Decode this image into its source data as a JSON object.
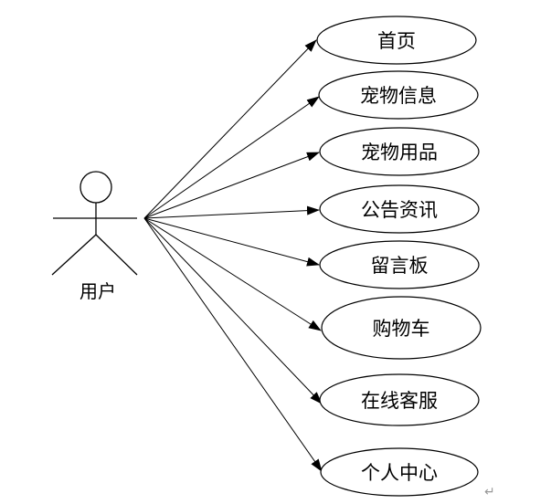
{
  "actor": {
    "label": "用户"
  },
  "use_cases": [
    {
      "label": "首页"
    },
    {
      "label": "宠物信息"
    },
    {
      "label": "宠物用品"
    },
    {
      "label": "公告资讯"
    },
    {
      "label": "留言板"
    },
    {
      "label": "购物车"
    },
    {
      "label": "在线客服"
    },
    {
      "label": "个人中心"
    }
  ],
  "paragraph_mark": "↵",
  "colors": {
    "stroke": "#000000",
    "background": "#ffffff",
    "mark": "#999999"
  }
}
